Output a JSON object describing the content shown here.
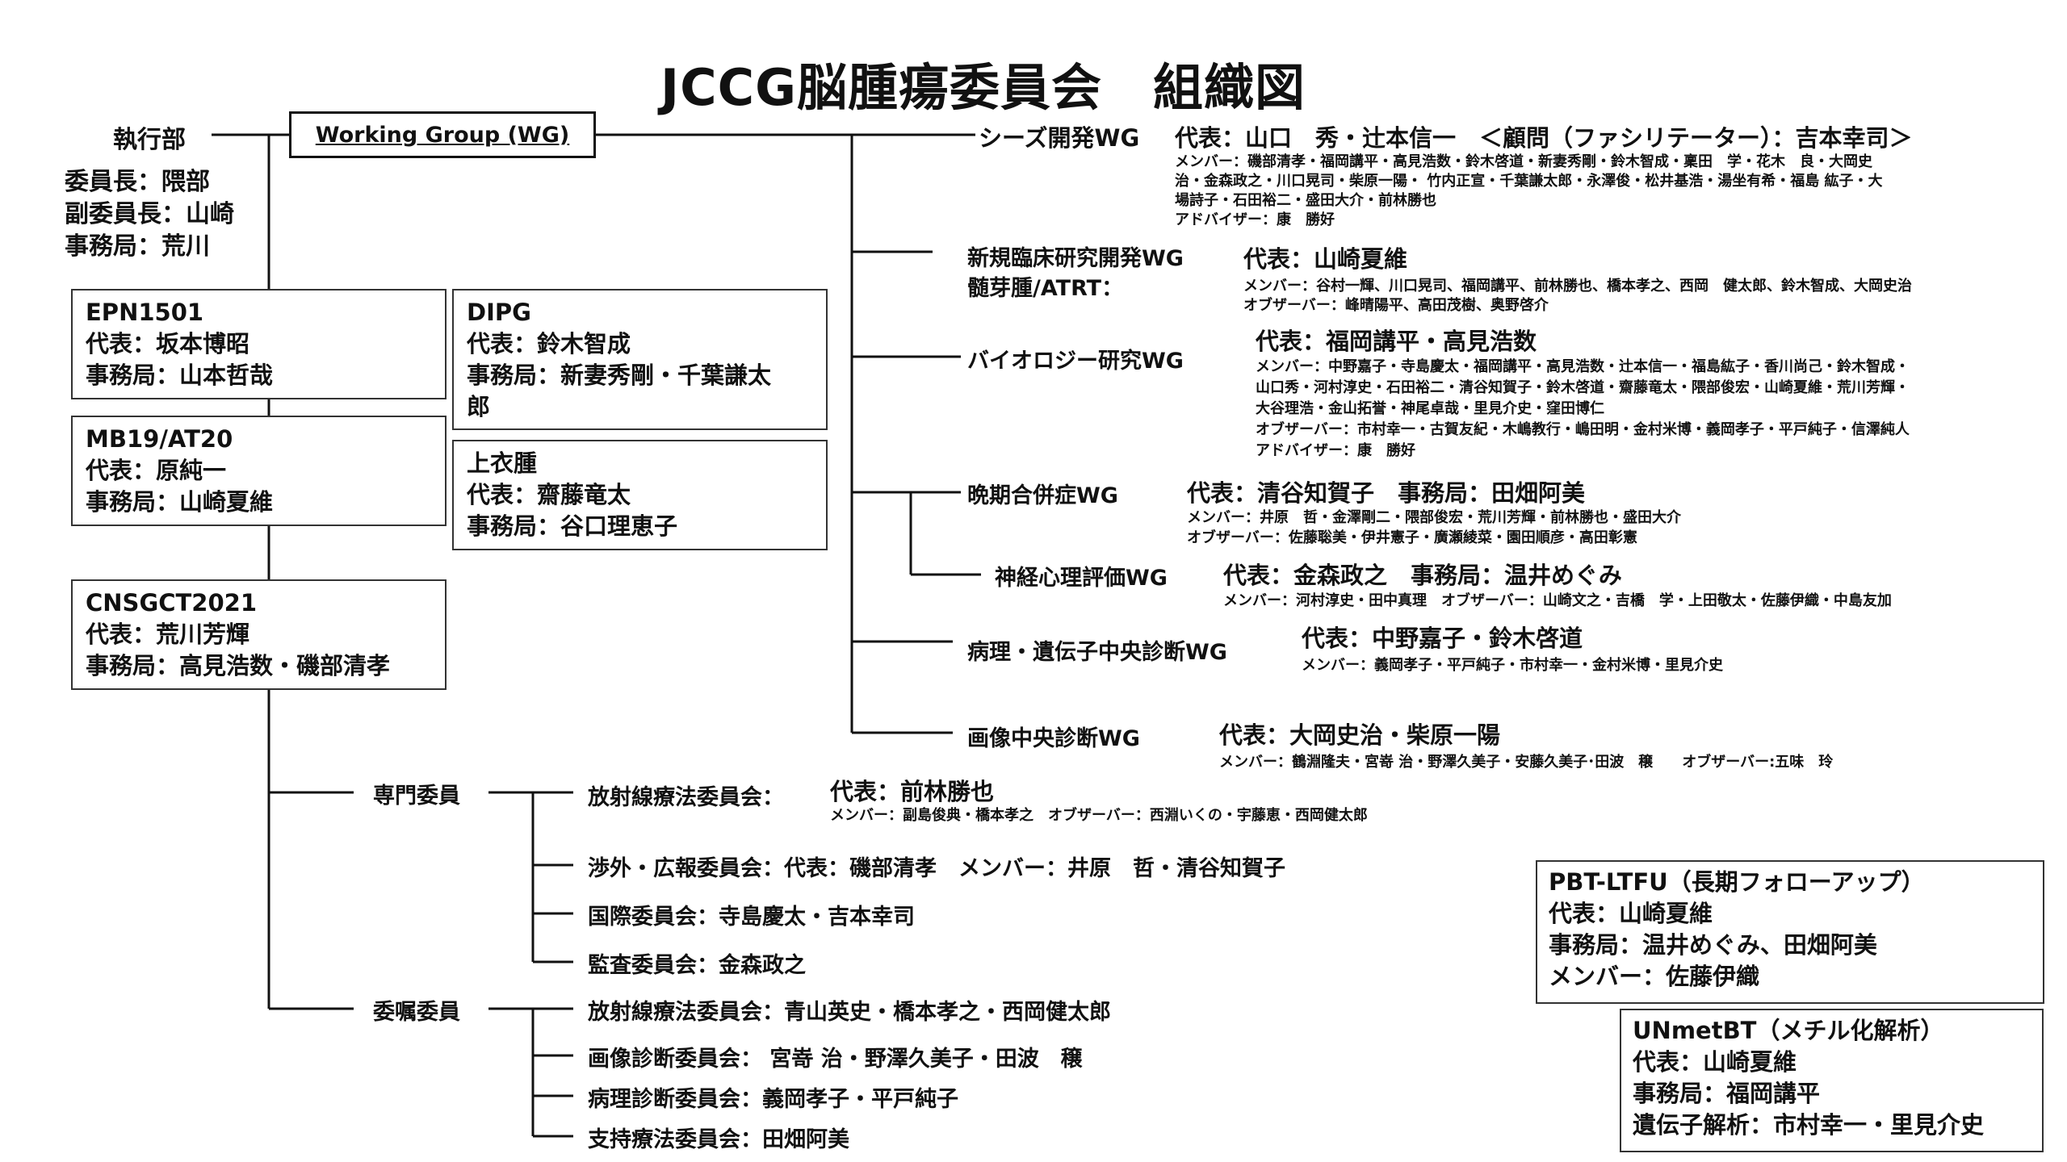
{
  "title": "JCCG脳腫瘍委員会　組織図",
  "exec": {
    "label": "執行部",
    "chair": "委員長：隈部",
    "vice_chair": "副委員長：山崎",
    "office": "事務局：荒川"
  },
  "working_group": "Working Group (WG)",
  "studies": [
    {
      "name": "EPN1501",
      "rep": "代表：坂本博昭",
      "office": "事務局：山本哲哉"
    },
    {
      "name": "DIPG",
      "rep": "代表：鈴木智成",
      "office_1": "事務局：新妻秀剛・千葉謙太",
      "office_2": "郎"
    },
    {
      "name": "MB19/AT20",
      "rep": "代表：原純一",
      "office": "事務局：山崎夏維"
    },
    {
      "name": "上衣腫",
      "rep": "代表：齋藤竜太",
      "office": "事務局：谷口理恵子"
    },
    {
      "name": "CNSGCT2021",
      "rep": "代表：荒川芳輝",
      "office": "事務局：高見浩数・磯部清孝"
    }
  ],
  "wgs": {
    "seeds": {
      "name": "シーズ開発WG",
      "rep": "代表：山口　秀・辻本信一　＜顧問（ファシリテーター）：吉本幸司＞",
      "members_1": "メンバー：磯部清孝・福岡講平・高見浩数・鈴木啓道・新妻秀剛・鈴木智成・稟田　学・花木　良・大岡史",
      "members_2": "治・金森政之・川口晃司・柴原一陽・ 竹内正宣・千葉謙太郎・永澤俊・松井基浩・湯坐有希・福島 紘子・大",
      "members_3": "場詩子・石田裕二・盛田大介・前林勝也",
      "advisor": "アドバイザー：康　勝好"
    },
    "clinical": {
      "name_1": "新規臨床研究開発WG",
      "name_2": "髄芽腫/ATRT：",
      "rep": "代表：山崎夏維",
      "members": "メンバー：谷村一輝、川口晃司、福岡講平、前林勝也、橋本孝之、西岡　健太郎、鈴木智成、大岡史治",
      "observers": "オブザーバー：峰晴陽平、高田茂樹、奥野啓介"
    },
    "biology": {
      "name": "バイオロジー研究WG",
      "rep": "代表：福岡講平・高見浩数",
      "members_1": "メンバー：中野嘉子・寺島慶太・福岡講平・高見浩数・辻本信一・福島紘子・香川尚己・鈴木智成・",
      "members_2": "山口秀・河村淳史・石田裕二・清谷知賀子・鈴木啓道・齋藤竜太・隈部俊宏・山崎夏維・荒川芳輝・",
      "members_3": "大谷理浩・金山拓誉・神尾卓哉・里見介史・窪田博仁",
      "observers": "オブザーバー：市村幸一・古賀友紀・木嶋教行・嶋田明・金村米博・義岡孝子・平戸純子・信澤純人",
      "advisor": "アドバイザー：康　勝好"
    },
    "late": {
      "name": "晩期合併症WG",
      "rep": "代表：清谷知賀子　事務局：田畑阿美",
      "members": "メンバー：井原　哲・金澤剛二・隈部俊宏・荒川芳輝・前林勝也・盛田大介",
      "observers": "オブザーバー：佐藤聡美・伊井憲子・廣瀬綾菜・園田順彦・高田彰憲"
    },
    "neuro": {
      "name": "神経心理評価WG",
      "rep": "代表：金森政之　事務局：温井めぐみ",
      "members": "メンバー：河村淳史・田中真理　オブザーバー：山崎文之・吉橋　学・上田敬太・佐藤伊織・中島友加"
    },
    "pathology": {
      "name": "病理・遺伝子中央診断WG",
      "rep": "代表：中野嘉子・鈴木啓道",
      "members": "メンバー：義岡孝子・平戸純子・市村幸一・金村米博・里見介史"
    },
    "imaging": {
      "name": "画像中央診断WG",
      "rep": "代表：大岡史治・柴原一陽",
      "members": "メンバー：鶴淵隆夫・宮嵜 治・野澤久美子・安藤久美子･田波　穣　　オブザーバー:五味　玲"
    }
  },
  "specialist": {
    "label": "専門委員",
    "radiation_name": "放射線療法委員会：",
    "radiation_rep": "代表：前林勝也",
    "radiation_members": "メンバー：副島俊典・橋本孝之　オブザーバー：西淵いくの・宇藤恵・西岡健太郎",
    "pr": "渉外・広報委員会：代表：磯部清孝　メンバー：井原　哲・清谷知賀子",
    "intl": "国際委員会：寺島慶太・吉本幸司",
    "audit": "監査委員会：金森政之"
  },
  "commissioned": {
    "label": "委嘱委員",
    "radiation": "放射線療法委員会：青山英史・橋本孝之・西岡健太郎",
    "imaging": "画像診断委員会： 宮嵜 治・野澤久美子・田波　穣",
    "pathology": "病理診断委員会：義岡孝子・平戸純子",
    "support": "支持療法委員会：田畑阿美"
  },
  "pbt": {
    "title": "PBT-LTFU（長期フォローアップ）",
    "rep": "代表：山崎夏維",
    "office": "事務局：温井めぐみ、田畑阿美",
    "member": "メンバー：佐藤伊織"
  },
  "unmet": {
    "title": "UNmetBT（メチル化解析）",
    "rep": "代表：山崎夏維",
    "office": "事務局：福岡講平",
    "genetic": "遺伝子解析：市村幸一・里見介史"
  }
}
